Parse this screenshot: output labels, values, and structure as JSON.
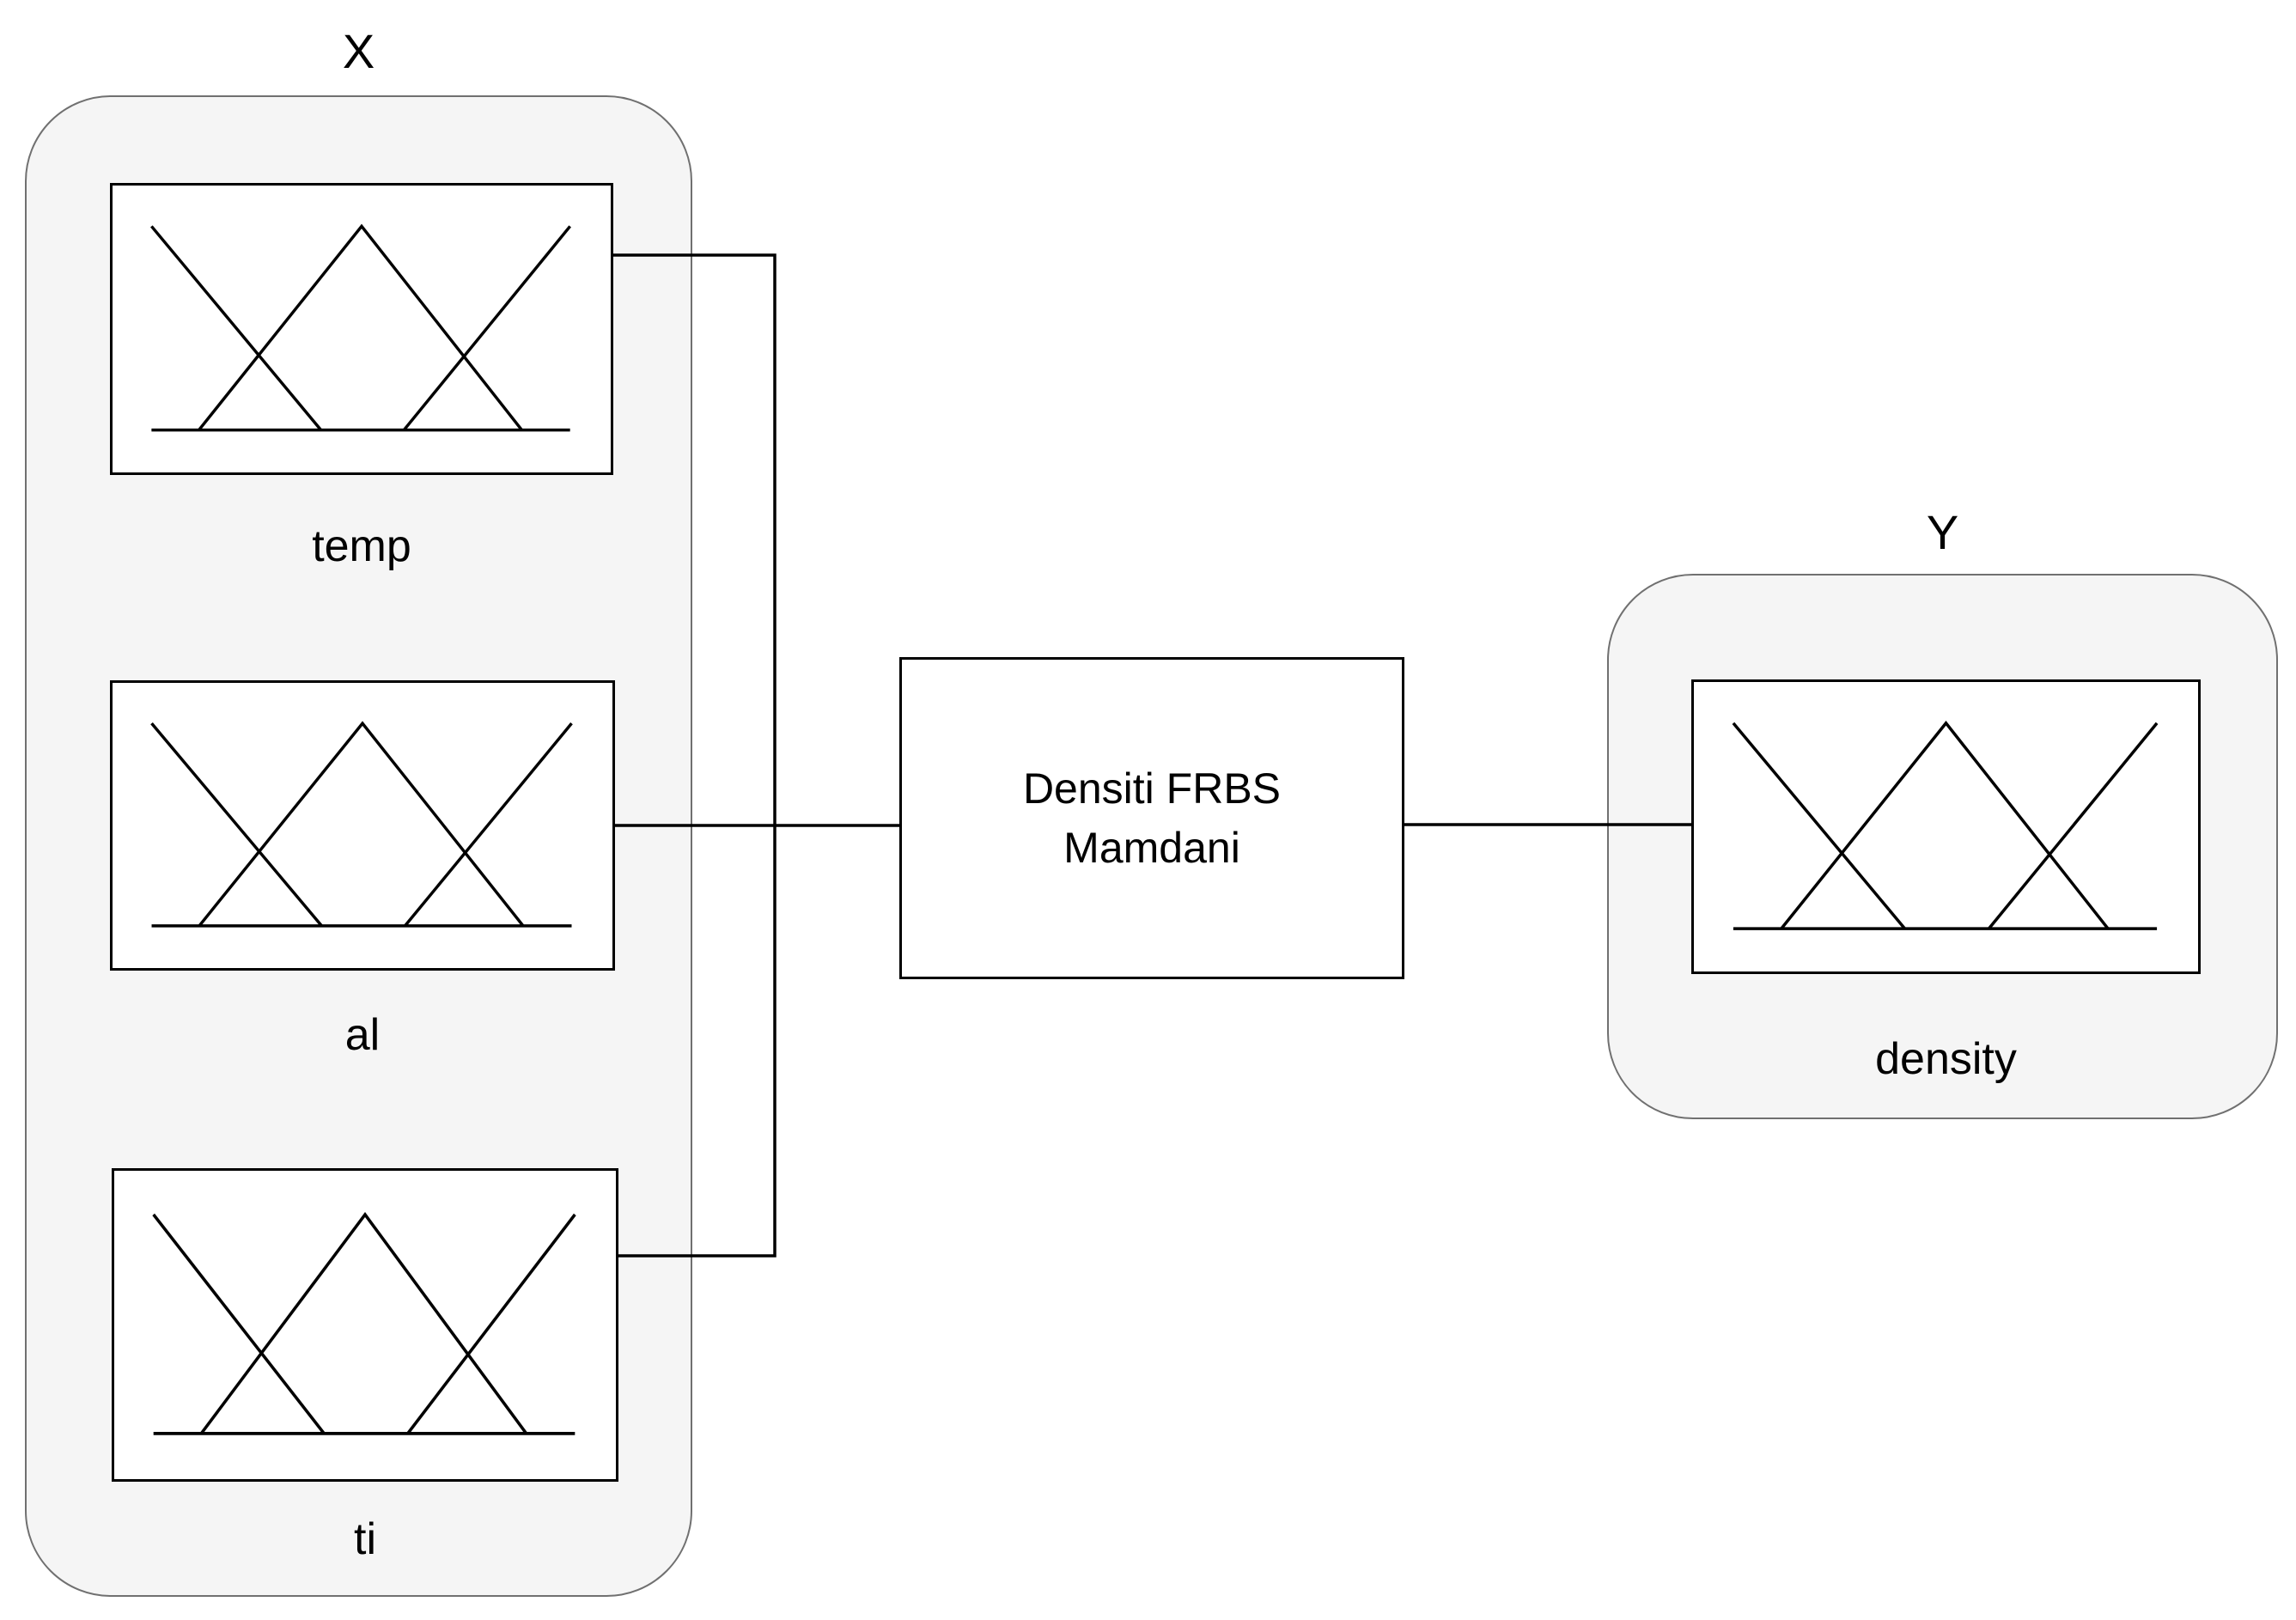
{
  "diagram": {
    "input_group": {
      "label": "X",
      "items": [
        {
          "label": "temp"
        },
        {
          "label": "al"
        },
        {
          "label": "ti"
        }
      ]
    },
    "process_box": {
      "line1": "Densiti FRBS",
      "line2": "Mamdani"
    },
    "output_group": {
      "label": "Y",
      "items": [
        {
          "label": "density"
        }
      ]
    }
  },
  "colors": {
    "container_fill": "#f5f5f5",
    "container_stroke": "#707070",
    "node_fill": "#ffffff",
    "node_stroke": "#000000",
    "connector": "#000000",
    "text": "#000000"
  }
}
